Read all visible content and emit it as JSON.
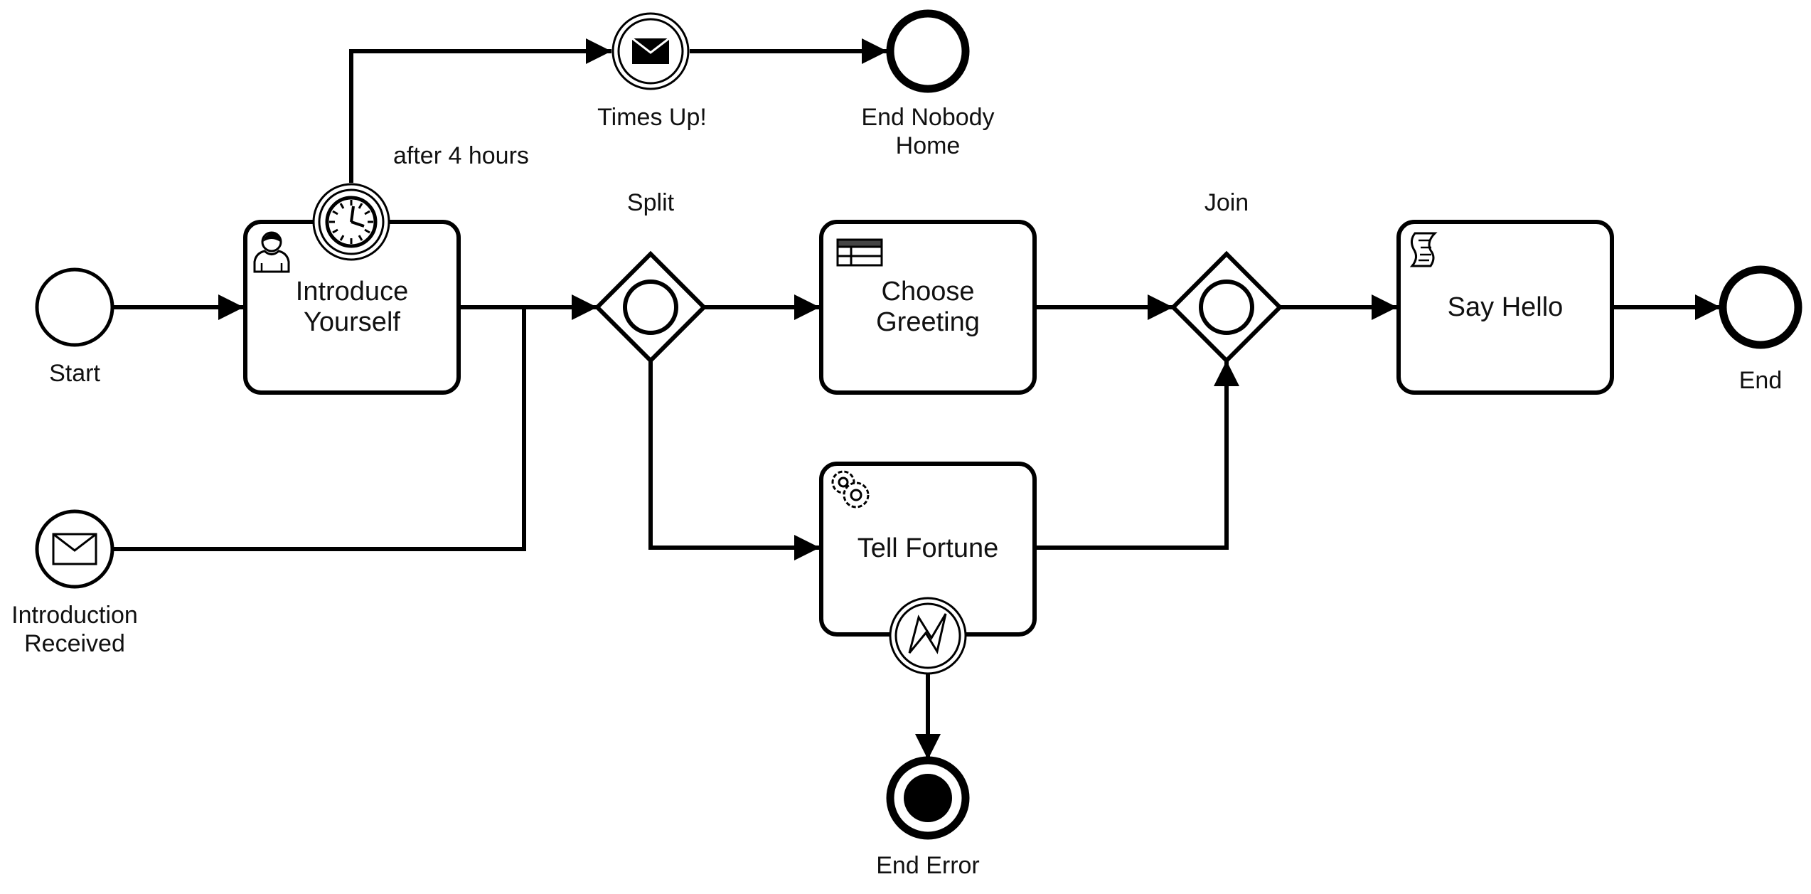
{
  "diagram": {
    "events": {
      "start": "Start",
      "introduction_received": [
        "Introduction",
        "Received"
      ],
      "times_up": "Times Up!",
      "end_nobody_home": [
        "End Nobody",
        "Home"
      ],
      "end": "End",
      "end_error": "End Error"
    },
    "tasks": {
      "introduce_yourself": [
        "Introduce",
        "Yourself"
      ],
      "choose_greeting": [
        "Choose",
        "Greeting"
      ],
      "tell_fortune": "Tell Fortune",
      "say_hello": "Say Hello"
    },
    "gateways": {
      "split": "Split",
      "join": "Join"
    },
    "annotations": {
      "timer_label": "after 4 hours"
    }
  }
}
